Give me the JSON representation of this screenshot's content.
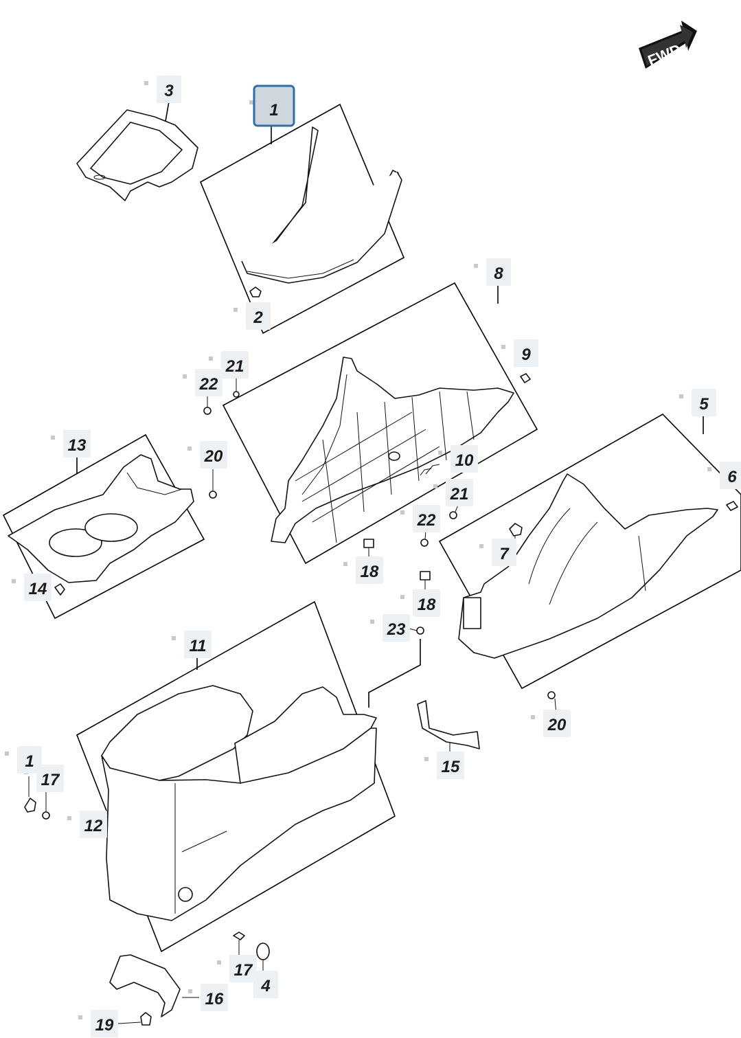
{
  "fwd_label": "FWD",
  "callouts": [
    {
      "id": "c1a",
      "label": "1",
      "selected": true
    },
    {
      "id": "c2",
      "label": "2"
    },
    {
      "id": "c3",
      "label": "3"
    },
    {
      "id": "c4",
      "label": "4"
    },
    {
      "id": "c5",
      "label": "5"
    },
    {
      "id": "c6",
      "label": "6"
    },
    {
      "id": "c7",
      "label": "7"
    },
    {
      "id": "c8",
      "label": "8"
    },
    {
      "id": "c9",
      "label": "9"
    },
    {
      "id": "c10",
      "label": "10"
    },
    {
      "id": "c11",
      "label": "11"
    },
    {
      "id": "c12",
      "label": "12"
    },
    {
      "id": "c13",
      "label": "13"
    },
    {
      "id": "c14",
      "label": "14"
    },
    {
      "id": "c15",
      "label": "15"
    },
    {
      "id": "c16",
      "label": "16"
    },
    {
      "id": "c17a",
      "label": "17"
    },
    {
      "id": "c17b",
      "label": "17"
    },
    {
      "id": "c18a",
      "label": "18"
    },
    {
      "id": "c18b",
      "label": "18"
    },
    {
      "id": "c19",
      "label": "19"
    },
    {
      "id": "c20a",
      "label": "20"
    },
    {
      "id": "c20b",
      "label": "20"
    },
    {
      "id": "c21a",
      "label": "21"
    },
    {
      "id": "c21b",
      "label": "21"
    },
    {
      "id": "c22a",
      "label": "22"
    },
    {
      "id": "c22b",
      "label": "22"
    },
    {
      "id": "c23",
      "label": "23"
    },
    {
      "id": "c1b",
      "label": "1"
    }
  ]
}
